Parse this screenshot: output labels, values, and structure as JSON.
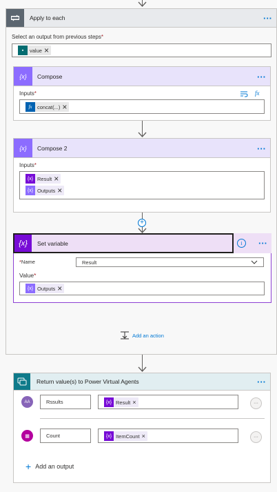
{
  "apply_each": {
    "title": "Apply to each",
    "select_label": "Select an output from previous steps",
    "required_mark": "*",
    "value_token": "value"
  },
  "compose": {
    "title": "Compose",
    "inputs_label": "Inputs",
    "token": "concat(...)",
    "fx": "fx"
  },
  "compose2": {
    "title": "Compose 2",
    "inputs_label": "Inputs",
    "tokens": [
      "Result",
      "Outputs"
    ]
  },
  "set_variable": {
    "title": "Set variable",
    "name_label": "Name",
    "name_value": "Result",
    "value_label": "Value",
    "value_token": "Outputs"
  },
  "add_action": "Add an action",
  "return_values": {
    "title": "Return value(s) to Power Virtual Agents",
    "rows": [
      {
        "name": "Rssults",
        "token": "Result",
        "icon_text": "AA"
      },
      {
        "name": "Count",
        "token": "ItemCount",
        "icon_text": "▦"
      }
    ],
    "add_output": "Add an output"
  },
  "glyphs": {
    "ellipsis": "···",
    "close": "×",
    "variable": "{x}",
    "plus": "+",
    "more": "···",
    "info": "i"
  },
  "colors": {
    "apply_header": "#e8eaed",
    "apply_icon": "#5c6670",
    "compose_header": "#e8e3fb",
    "compose_icon": "#8c6cff",
    "setvar_header": "#eedff6",
    "setvar_icon": "#770bd6",
    "return_header": "#e1eef1",
    "return_icon": "#0e7a8a",
    "accent": "#0078d4"
  }
}
